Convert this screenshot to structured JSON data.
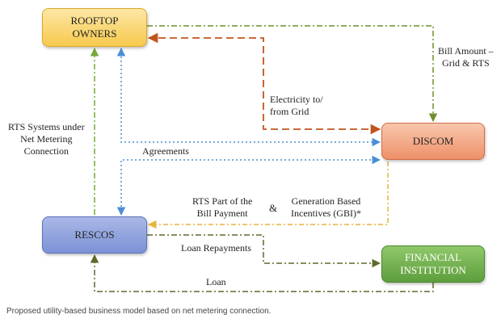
{
  "nodes": {
    "rooftop_owners": "ROOFTOP\nOWNERS",
    "discom": "DISCOM",
    "rescos": "RESCOS",
    "financial_institution": "FINANCIAL\nINSTITUTION"
  },
  "labels": {
    "bill_amount": "Bill Amount –\nGrid & RTS",
    "electricity": "Electricity to/\nfrom Grid",
    "rts_systems": "RTS Systems under\nNet Metering\nConnection",
    "agreements": "Agreements",
    "rts_part": "RTS Part of the\nBill Payment",
    "ampersand": "&",
    "gbi": "Generation Based\nIncentives (GBI)*",
    "loan_repayments": "Loan Repayments",
    "loan": "Loan"
  },
  "caption": "Proposed utility-based business model based on net metering connection.",
  "colors": {
    "bill_amount_line": "#6f8f2c",
    "electricity_line": "#c0551e",
    "agreements_line": "#4a8fd6",
    "rts_systems_line": "#79a83c",
    "gbi_line": "#e8b43c",
    "loan_line": "#5d6a2a"
  }
}
